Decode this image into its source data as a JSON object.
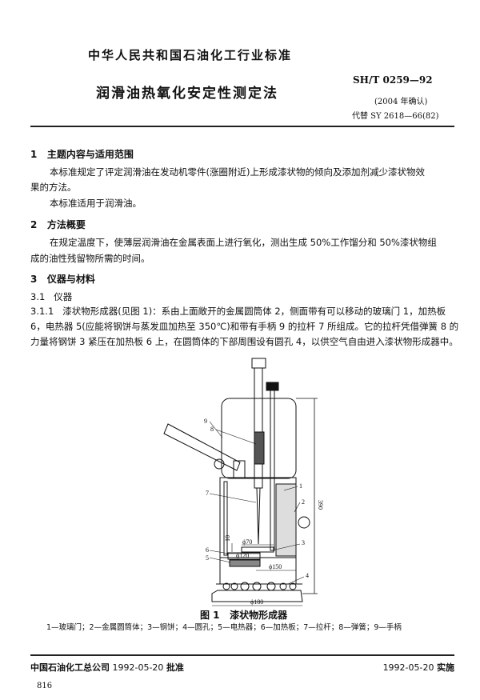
{
  "header": {
    "org_standard": "中华人民共和国石油化工行业标准",
    "title": "润滑油热氧化安定性测定法",
    "code": "SH/T 0259—92",
    "confirmed": "(2004 年确认)",
    "replaces": "代替 SY 2618—66(82)"
  },
  "sections": [
    {
      "num": "1",
      "title": "主题内容与适用范围",
      "paras": [
        "本标准规定了评定润滑油在发动机零件(涨圈附近)上形成漆状物的倾向及添加剂减少漆状物效",
        "果的方法。",
        "本标准适用于润滑油。"
      ]
    },
    {
      "num": "2",
      "title": "方法概要",
      "paras": [
        "在规定温度下，使薄层润滑油在金属表面上进行氧化，测出生成 50%工作馏分和 50%漆状物组",
        "成的油性残留物所需的时间。"
      ]
    },
    {
      "num": "3",
      "title": "仪器与材料"
    }
  ],
  "sub31": {
    "num": "3.1",
    "title": "仪器"
  },
  "sub311": {
    "num": "3.1.1",
    "lines": [
      "漆状物形成器(见图 1)：系由上面敞开的金属圆筒体 2，侧面带有可以移动的玻璃门 1，加热板",
      "6，电热器 5(应能将钢饼与蒸发皿加热至 350℃)和带有手柄 9 的拉杆 7 所组成。它的拉杆凭借弹簧 8 的",
      "力量将钢饼 3 紧压在加热板 6 上，在圆筒体的下部周围设有圆孔 4，以供空气自由进入漆状物形成器中。"
    ]
  },
  "figure": {
    "labels": [
      "1",
      "2",
      "3",
      "4",
      "5",
      "6",
      "7",
      "8",
      "9"
    ],
    "dims": {
      "h390": "390",
      "d70": "ϕ70",
      "d120": "ϕ120",
      "d150": "ϕ150",
      "d180": "ϕ180",
      "h10": "10"
    },
    "caption_num": "图 1",
    "caption_title": "漆状物形成器",
    "legend": "1—玻璃门；2—金属圆筒体；3—钢饼；4—圆孔；5—电热器；6—加热板；7—拉杆；8—弹簧；9—手柄"
  },
  "footer": {
    "issuer": "中国石油化工总公司",
    "approve_date": "1992-05-20",
    "approve_label": "批准",
    "impl_date": "1992-05-20",
    "impl_label": "实施",
    "page_number": "816"
  }
}
